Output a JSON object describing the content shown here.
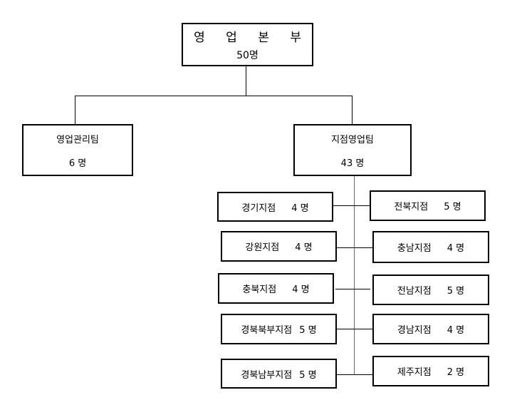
{
  "hq": {
    "name": "영 업 본 부",
    "count": "50명"
  },
  "teams": [
    {
      "name": "영업관리팀",
      "count": "6 명"
    },
    {
      "name": "지점영업팀",
      "count": "43 명"
    }
  ],
  "branches_left": [
    {
      "name": "경기지점",
      "count": "4 명"
    },
    {
      "name": "강원지점",
      "count": "4 명"
    },
    {
      "name": "충북지점",
      "count": "4 명"
    },
    {
      "name": "경북북부지점",
      "count": "5 명"
    },
    {
      "name": "경북남부지점",
      "count": "5 명"
    }
  ],
  "branches_right": [
    {
      "name": "전북지점",
      "count": "5 명"
    },
    {
      "name": "충남지점",
      "count": "4 명"
    },
    {
      "name": "전남지점",
      "count": "5 명"
    },
    {
      "name": "경남지점",
      "count": "4 명"
    },
    {
      "name": "제주지점",
      "count": "2 명"
    }
  ]
}
